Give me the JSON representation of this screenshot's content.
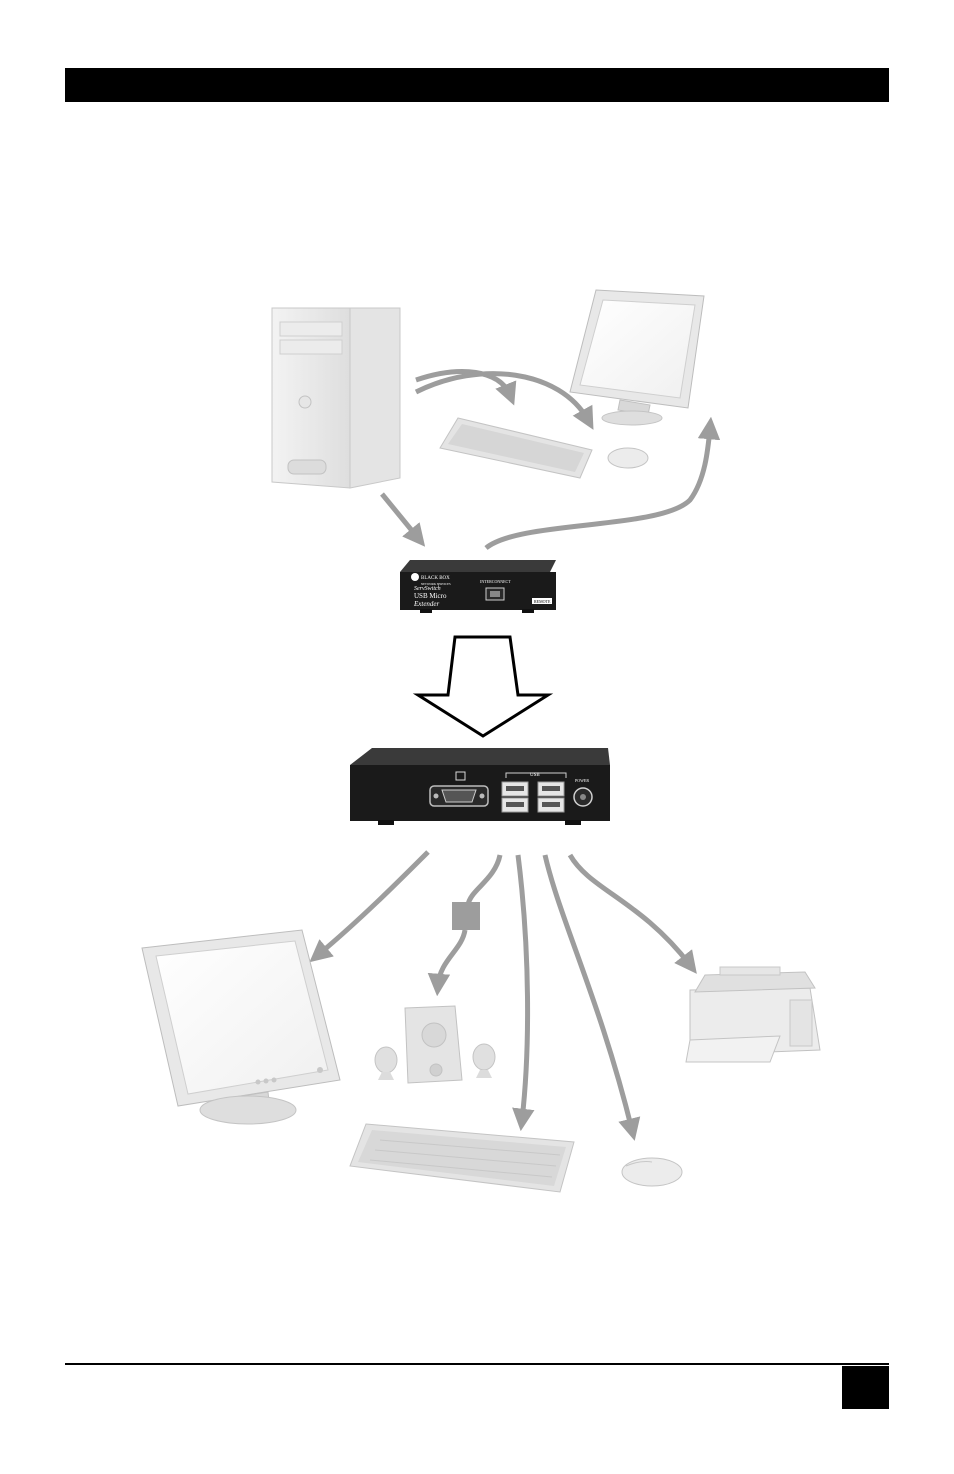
{
  "local_unit": {
    "brand": "BLACK BOX",
    "brand_sub": "NETWORK SERVICES",
    "product_line": "ServSwitch",
    "product_name_1": "USB Micro",
    "product_name_2": "Extender",
    "port_label": "INTERCONNECT",
    "badge": "REMOTE"
  },
  "remote_unit": {
    "usb_label": "USB",
    "power_label": "POWER"
  },
  "colors": {
    "arrow": "#9d9d9d",
    "unit": "#1a1a1a",
    "header": "#000000"
  },
  "icons": [
    "computer-tower-icon",
    "monitor-icon",
    "keyboard-icon",
    "mouse-icon",
    "speakers-icon",
    "printer-icon",
    "usb-hub-icon",
    "down-arrow-icon"
  ]
}
